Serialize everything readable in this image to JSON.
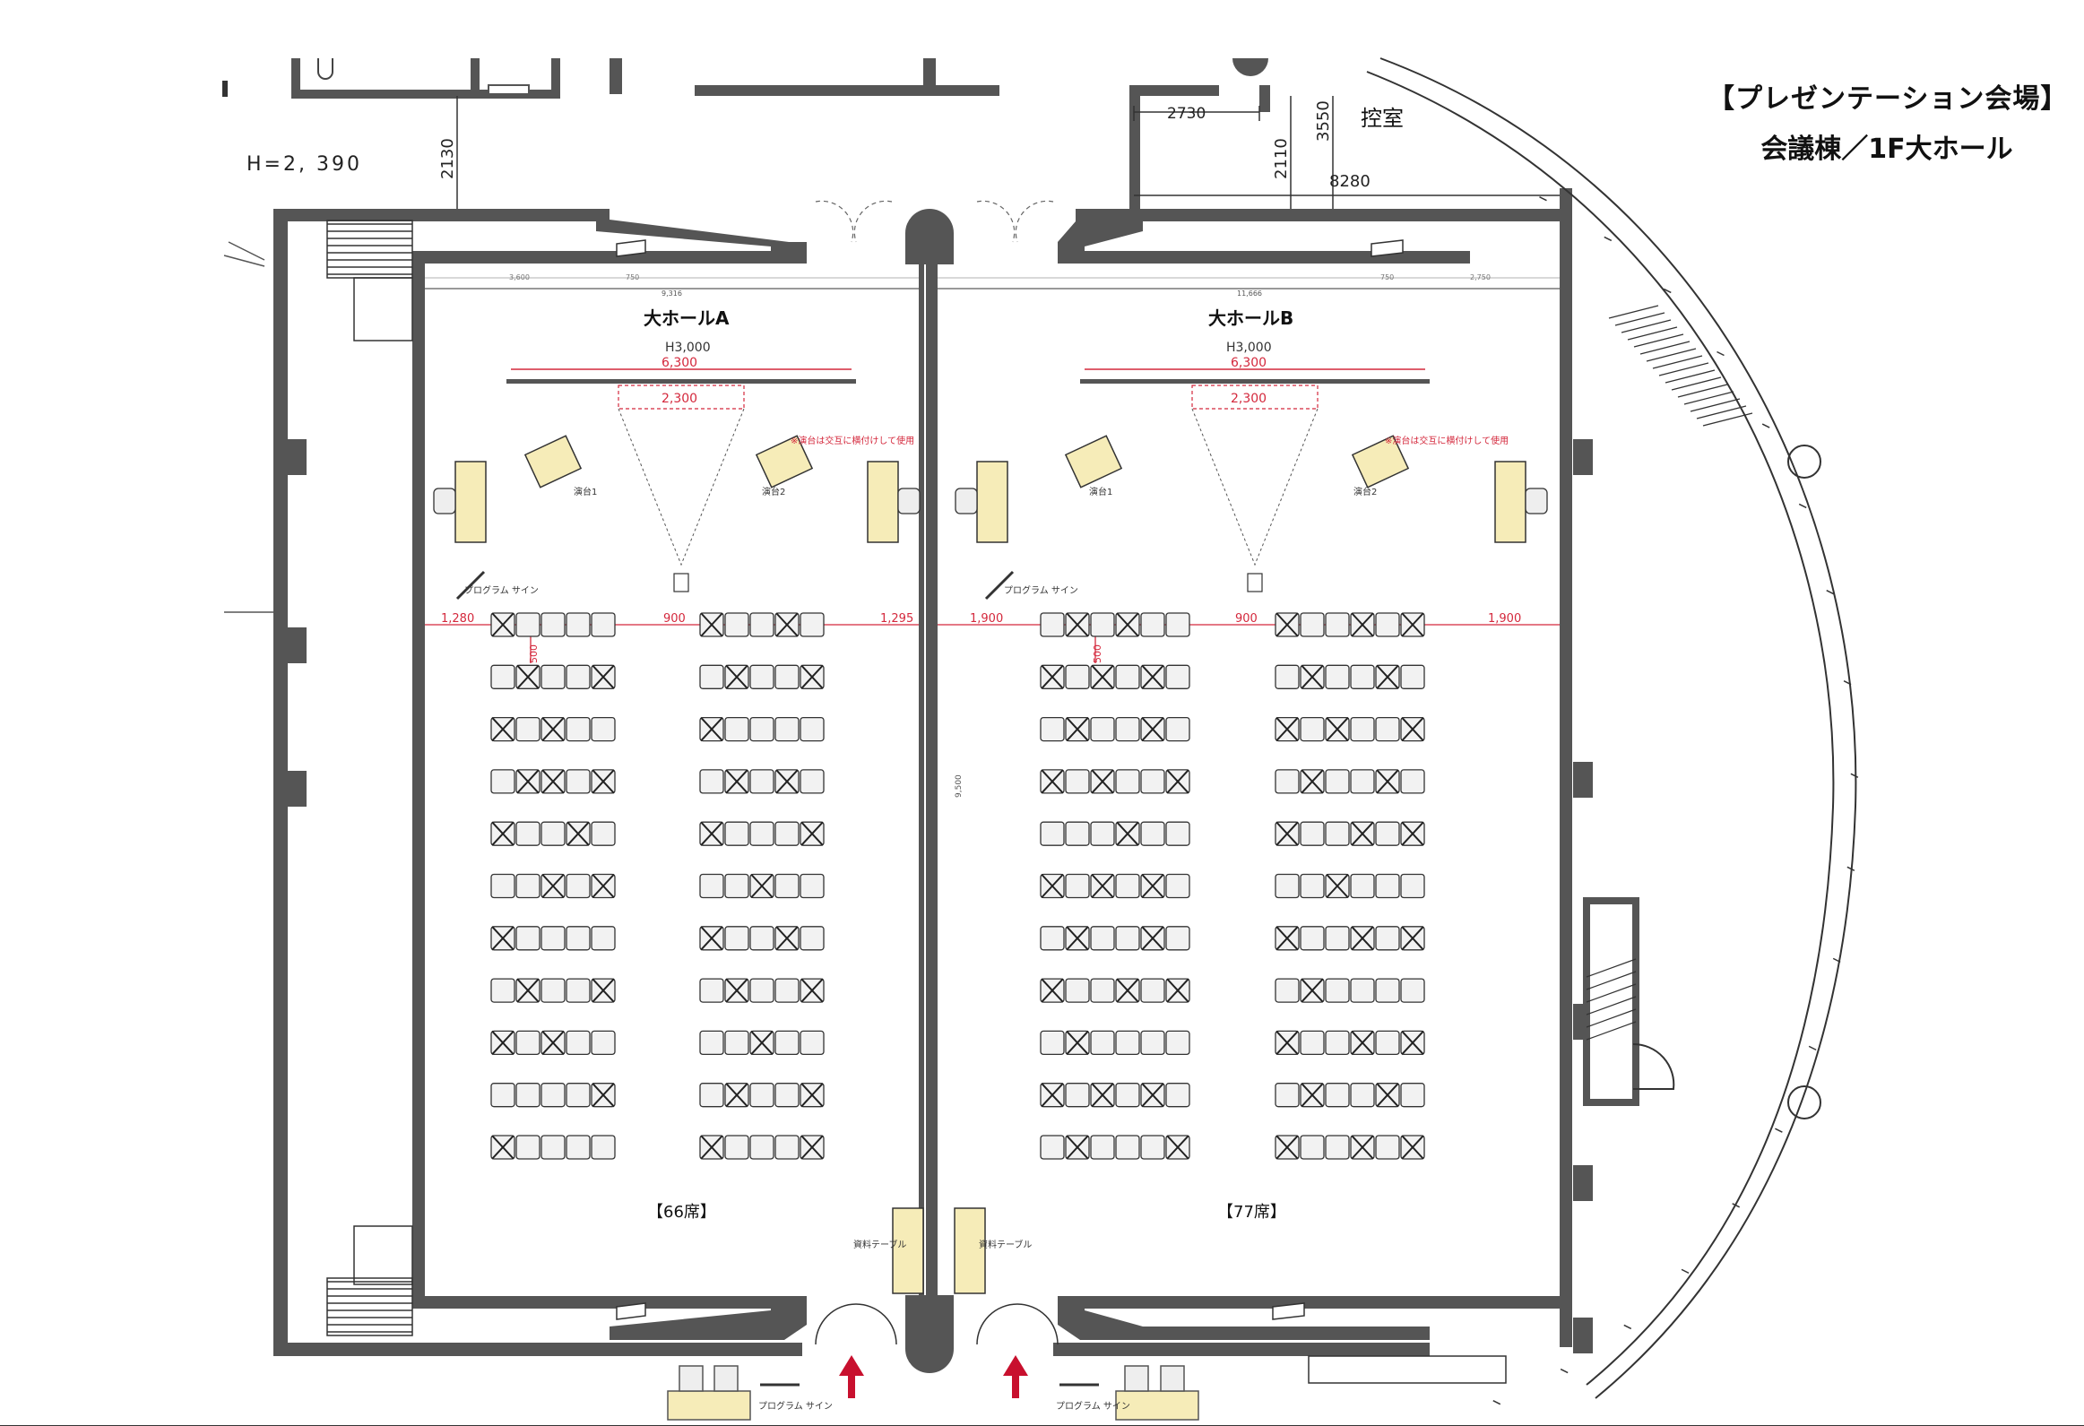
{
  "title": {
    "line1": "【プレゼンテーション会場】",
    "line2": "会議棟／1F大ホール"
  },
  "rooms": {
    "ctrl_room": "控室",
    "hall_a": {
      "name": "大ホールA",
      "screen_height": "H3,000",
      "screen_width": "6,300",
      "screen_inner": "2,300",
      "podium1": "演台1",
      "podium2": "演台2",
      "podium_note": "※演台は交互に横付けして使用",
      "sign": "プログラム サイン",
      "seats": "【66席】",
      "table": "資料テーブル",
      "aisle_left": "1,280",
      "aisle_mid": "900",
      "aisle_right": "1,295",
      "row_pitch": "500",
      "top_dim1": "3,600",
      "top_dim2": "750",
      "top_dim3": "9,316"
    },
    "hall_b": {
      "name": "大ホールB",
      "screen_height": "H3,000",
      "screen_width": "6,300",
      "screen_inner": "2,300",
      "podium1": "演台1",
      "podium2": "演台2",
      "podium_note": "※演台は交互に横付けして使用",
      "sign": "プログラム サイン",
      "seats": "【77席】",
      "table": "資料テーブル",
      "aisle_left": "1,900",
      "aisle_mid": "900",
      "aisle_right": "1,900",
      "row_pitch": "500",
      "top_dim1": "750",
      "top_dim2": "2,750",
      "top_dim3": "11,666"
    }
  },
  "dimensions": {
    "h_level": "H=2, 390",
    "d2130": "2130",
    "d2730": "2730",
    "d3550": "3550",
    "d2110": "2110",
    "d8280": "8280",
    "center_len": "9,500"
  },
  "bottom_sign_left": "プログラム サイン",
  "bottom_sign_right": "プログラム サイン",
  "colors": {
    "wall": "#555555",
    "dim_red": "#d4283c",
    "podium_fill": "#f6ecb8",
    "chair_fill": "#f2f2f2",
    "arrow_red": "#c8102e"
  },
  "seating": {
    "hall_a_left_x": [
      [
        1,
        0,
        0,
        0,
        0
      ],
      [
        0,
        1,
        0,
        0,
        1
      ],
      [
        1,
        0,
        1,
        0,
        0
      ],
      [
        0,
        1,
        1,
        0,
        1
      ],
      [
        1,
        0,
        0,
        1,
        0
      ],
      [
        0,
        0,
        1,
        0,
        1
      ],
      [
        1,
        0,
        0,
        0,
        0
      ],
      [
        0,
        1,
        0,
        0,
        1
      ],
      [
        1,
        0,
        1,
        0,
        0
      ],
      [
        0,
        0,
        0,
        0,
        1
      ],
      [
        1,
        0,
        0,
        0,
        0
      ]
    ],
    "hall_a_right_x": [
      [
        1,
        0,
        0,
        1,
        0
      ],
      [
        0,
        1,
        0,
        0,
        1
      ],
      [
        1,
        0,
        0,
        0,
        0
      ],
      [
        0,
        1,
        0,
        1,
        0
      ],
      [
        1,
        0,
        0,
        0,
        1
      ],
      [
        0,
        0,
        1,
        0,
        0
      ],
      [
        1,
        0,
        0,
        1,
        0
      ],
      [
        0,
        1,
        0,
        0,
        1
      ],
      [
        0,
        0,
        1,
        0,
        0
      ],
      [
        0,
        1,
        0,
        0,
        1
      ],
      [
        1,
        0,
        0,
        0,
        1
      ]
    ],
    "hall_b_left_x": [
      [
        0,
        1,
        0,
        1,
        0,
        0
      ],
      [
        1,
        0,
        1,
        0,
        1,
        0
      ],
      [
        0,
        1,
        0,
        0,
        1,
        0
      ],
      [
        1,
        0,
        1,
        0,
        0,
        1
      ],
      [
        0,
        0,
        0,
        1,
        0,
        0
      ],
      [
        1,
        0,
        1,
        0,
        1,
        0
      ],
      [
        0,
        1,
        0,
        0,
        1,
        0
      ],
      [
        1,
        0,
        0,
        1,
        0,
        1
      ],
      [
        0,
        1,
        0,
        0,
        0,
        0
      ],
      [
        1,
        0,
        1,
        0,
        1,
        0
      ],
      [
        0,
        1,
        0,
        0,
        0,
        1
      ]
    ],
    "hall_b_right_x": [
      [
        1,
        0,
        0,
        1,
        0,
        1
      ],
      [
        0,
        1,
        0,
        0,
        1,
        0
      ],
      [
        1,
        0,
        1,
        0,
        0,
        1
      ],
      [
        0,
        1,
        0,
        0,
        1,
        0
      ],
      [
        1,
        0,
        0,
        1,
        0,
        1
      ],
      [
        0,
        0,
        1,
        0,
        0,
        0
      ],
      [
        1,
        0,
        0,
        1,
        0,
        1
      ],
      [
        0,
        1,
        0,
        0,
        0,
        0
      ],
      [
        1,
        0,
        0,
        1,
        0,
        1
      ],
      [
        0,
        1,
        0,
        0,
        1,
        0
      ],
      [
        1,
        0,
        0,
        1,
        0,
        1
      ]
    ]
  }
}
